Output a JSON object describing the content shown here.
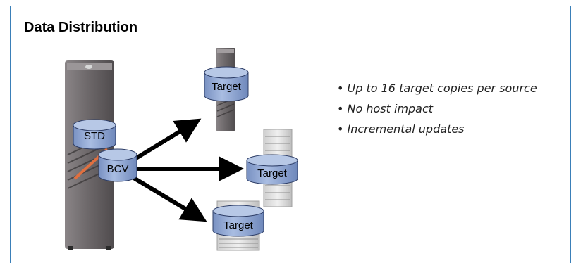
{
  "title": "Data Distribution",
  "diagram": {
    "source_cylinders": [
      "STD",
      "BCV"
    ],
    "target_cylinders": [
      "Target",
      "Target",
      "Target"
    ],
    "colors": {
      "cylinder_fill": "#8fa8d4",
      "cylinder_top": "#b7c8e6",
      "arrow": "#000000",
      "server_body": "#6b6769",
      "accent_line": "#e07040"
    },
    "icons": [
      "server-tower-icon",
      "storage-rack-icon",
      "disk-cylinder-icon",
      "arrow-icon"
    ]
  },
  "bullets": [
    "• Up to 16 target copies per source",
    "• No host impact",
    "• Incremental updates"
  ]
}
